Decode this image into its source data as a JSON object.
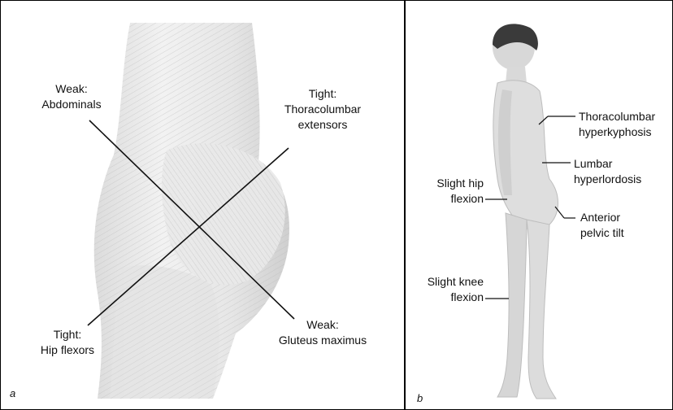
{
  "panel_a": {
    "letter": "a",
    "labels": {
      "weak_abdominals": [
        "Weak:",
        "Abdominals"
      ],
      "tight_thoracolumbar": [
        "Tight:",
        "Thoracolumbar",
        "extensors"
      ],
      "tight_hip_flexors": [
        "Tight:",
        "Hip flexors"
      ],
      "weak_gluteus": [
        "Weak:",
        "Gluteus maximus"
      ]
    }
  },
  "panel_b": {
    "letter": "b",
    "labels": {
      "thoracolumbar_hyperkyphosis": [
        "Thoracolumbar",
        "hyperkyphosis"
      ],
      "lumbar_hyperlordosis": [
        "Lumbar",
        "hyperlordosis"
      ],
      "slight_hip_flexion": [
        "Slight hip",
        "flexion"
      ],
      "anterior_pelvic_tilt": [
        "Anterior",
        "pelvic tilt"
      ],
      "slight_knee_flexion": [
        "Slight knee",
        "flexion"
      ]
    }
  }
}
